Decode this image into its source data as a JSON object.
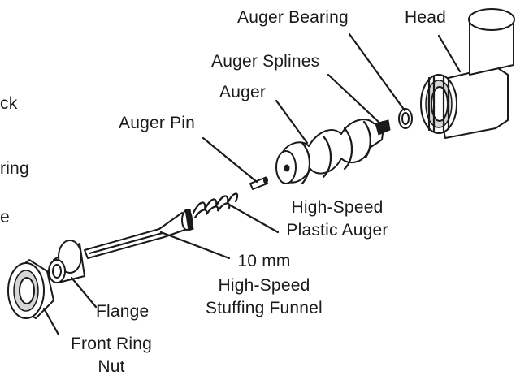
{
  "labels": {
    "auger_bearing": "Auger Bearing",
    "head": "Head",
    "auger_splines": "Auger Splines",
    "auger": "Auger",
    "auger_pin": "Auger Pin",
    "high_speed_plastic_auger_line1": "High-Speed",
    "high_speed_plastic_auger_line2": "Plastic Auger",
    "funnel_line1": "10 mm",
    "funnel_line2": "High-Speed",
    "funnel_line3": "Stuffing Funnel",
    "flange": "Flange",
    "front_ring_nut_line1": "Front Ring",
    "front_ring_nut_line2": "Nut",
    "cut_left_1": "ck",
    "cut_left_2": "ring",
    "cut_left_3": "e"
  }
}
